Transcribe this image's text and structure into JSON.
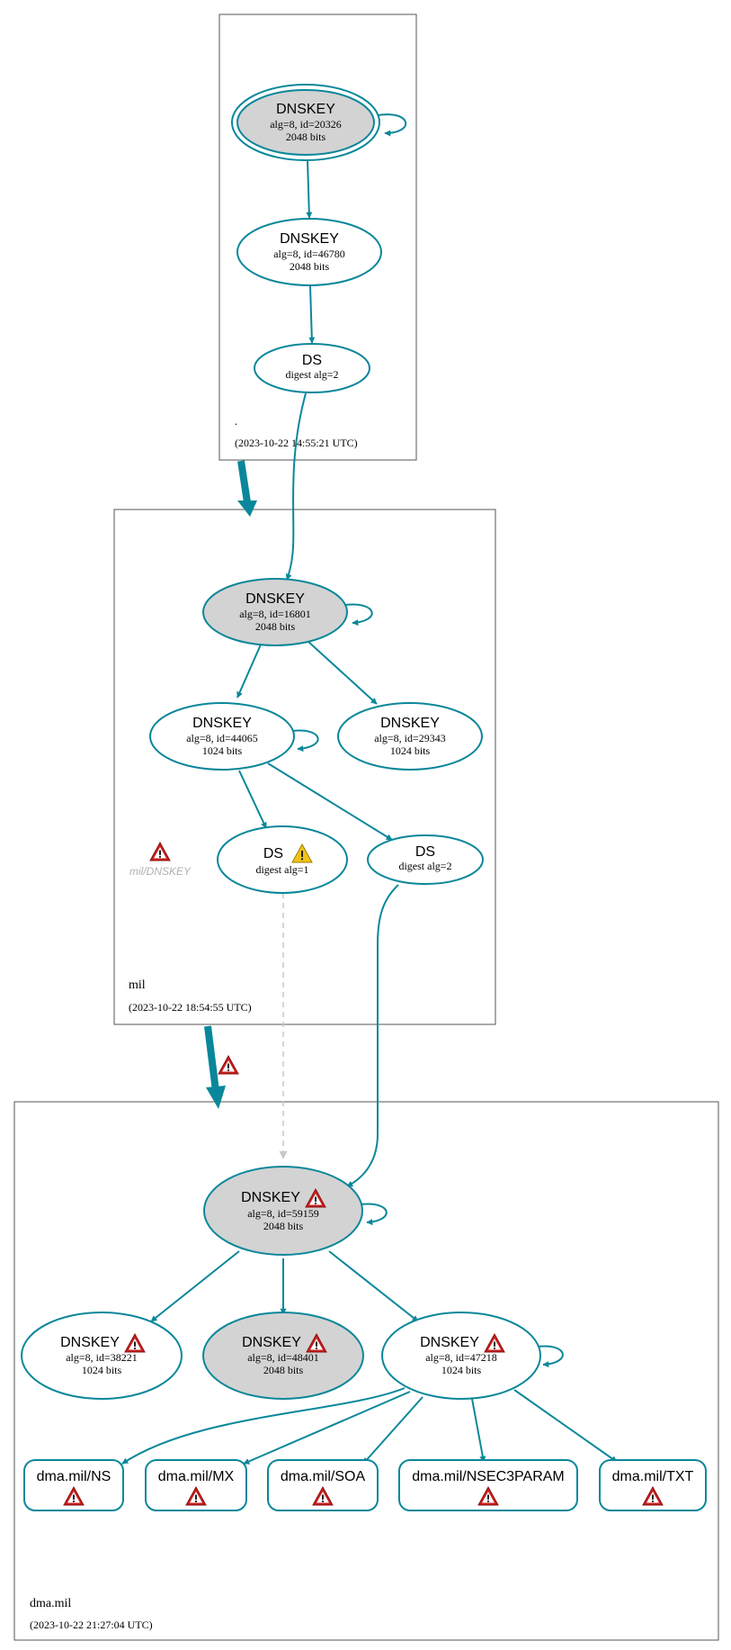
{
  "colors": {
    "edge": "#0a879a",
    "zone_border": "#555555",
    "node_fill_ksk": "#d3d3d3",
    "node_fill": "#ffffff",
    "dashed": "#c8c8c8",
    "warn_red": "#c81e1e",
    "warn_yellow": "#f0c419"
  },
  "zones": {
    "root": {
      "name": ".",
      "timestamp": "(2023-10-22 14:55:21 UTC)"
    },
    "mil": {
      "name": "mil",
      "timestamp": "(2023-10-22 18:54:55 UTC)",
      "error_label": "mil/DNSKEY"
    },
    "dma": {
      "name": "dma.mil",
      "timestamp": "(2023-10-22 21:27:04 UTC)"
    }
  },
  "nodes": {
    "root_ksk": {
      "title": "DNSKEY",
      "line1": "alg=8, id=20326",
      "line2": "2048 bits"
    },
    "root_zsk": {
      "title": "DNSKEY",
      "line1": "alg=8, id=46780",
      "line2": "2048 bits"
    },
    "root_ds": {
      "title": "DS",
      "line1": "digest alg=2"
    },
    "mil_ksk": {
      "title": "DNSKEY",
      "line1": "alg=8, id=16801",
      "line2": "2048 bits"
    },
    "mil_zsk": {
      "title": "DNSKEY",
      "line1": "alg=8, id=44065",
      "line2": "1024 bits"
    },
    "mil_k29343": {
      "title": "DNSKEY",
      "line1": "alg=8, id=29343",
      "line2": "1024 bits"
    },
    "mil_ds1": {
      "title": "DS",
      "line1": "digest alg=1"
    },
    "mil_ds2": {
      "title": "DS",
      "line1": "digest alg=2"
    },
    "dma_ksk": {
      "title": "DNSKEY",
      "line1": "alg=8, id=59159",
      "line2": "2048 bits"
    },
    "dma_k38221": {
      "title": "DNSKEY",
      "line1": "alg=8, id=38221",
      "line2": "1024 bits"
    },
    "dma_k48401": {
      "title": "DNSKEY",
      "line1": "alg=8, id=48401",
      "line2": "2048 bits"
    },
    "dma_zsk": {
      "title": "DNSKEY",
      "line1": "alg=8, id=47218",
      "line2": "1024 bits"
    }
  },
  "rrsets": {
    "ns": "dma.mil/NS",
    "mx": "dma.mil/MX",
    "soa": "dma.mil/SOA",
    "nsec3param": "dma.mil/NSEC3PARAM",
    "txt": "dma.mil/TXT"
  }
}
